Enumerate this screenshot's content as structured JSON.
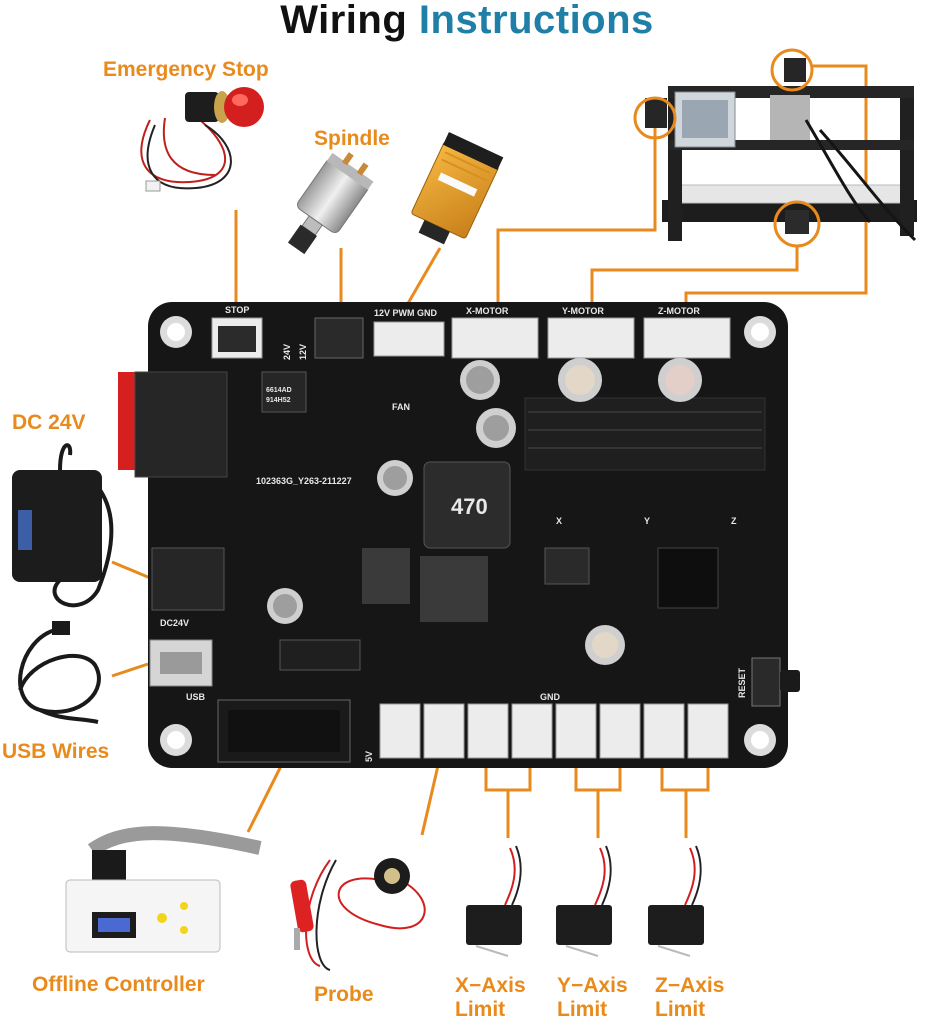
{
  "title": {
    "part1": "Wiring",
    "part2": "Instructions"
  },
  "labels": {
    "emergency_stop": "Emergency Stop",
    "spindle": "Spindle",
    "dc24v": "DC 24V",
    "usb_wires": "USB Wires",
    "offline_controller": "Offline Controller",
    "probe": "Probe",
    "x_limit_l1": "X−Axis",
    "x_limit_l2": "Limit",
    "y_limit_l1": "Y−Axis",
    "y_limit_l2": "Limit",
    "z_limit_l1": "Z−Axis",
    "z_limit_l2": "Limit"
  },
  "board_text": {
    "stop": "STOP",
    "pwm": "12V PWM GND",
    "x_motor": "X-MOTOR",
    "y_motor": "Y-MOTOR",
    "z_motor": "Z-MOTOR",
    "fan": "FAN",
    "model": "102363G_Y263-211227",
    "inductor": "470",
    "dc24v": "DC24V",
    "usb": "USB",
    "gnd": "GND",
    "reset": "RESET",
    "v24": "24V",
    "v12": "12V",
    "x": "X",
    "y": "Y",
    "z": "Z",
    "v5": "5V",
    "chip1": "6614AD",
    "chip2": "914H52"
  },
  "colors": {
    "accent": "#e88a1c",
    "title_dark": "#111111",
    "title_blue": "#1f7fa6",
    "board": "#161616"
  }
}
